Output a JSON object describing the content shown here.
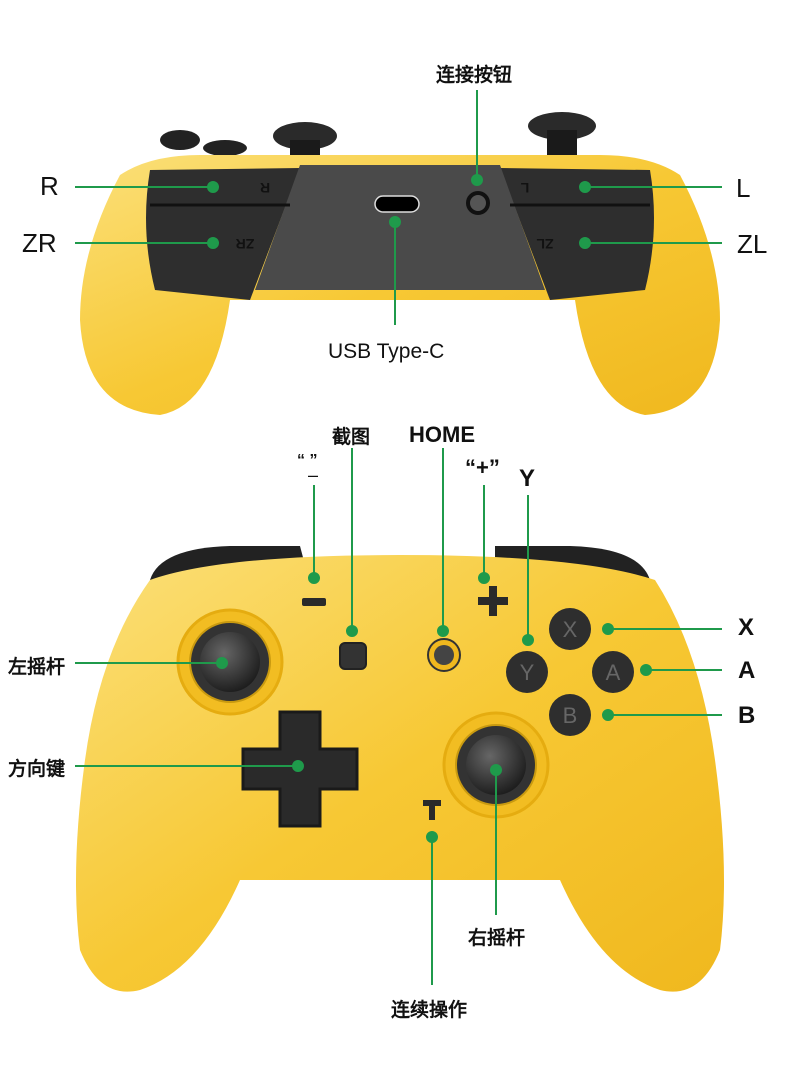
{
  "top_view": {
    "connect_button": "连接按钮",
    "r": "R",
    "zr": "ZR",
    "l": "L",
    "zl": "ZL",
    "usb": "USB Type-C",
    "button_glyphs": {
      "r": "R",
      "zr": "ZR",
      "l": "L",
      "zl": "ZL"
    }
  },
  "front_view": {
    "screenshot": "截图",
    "home": "HOME",
    "minus": "“ ”",
    "minus_sign": "–",
    "plus": "“+”",
    "y": "Y",
    "x": "X",
    "a": "A",
    "b": "B",
    "left_stick": "左摇杆",
    "dpad": "方向键",
    "right_stick": "右摇杆",
    "turbo": "连续操作",
    "button_glyphs": {
      "x": "X",
      "y": "Y",
      "a": "A",
      "b": "B",
      "t": "T"
    }
  },
  "colors": {
    "body": "#f7c52f",
    "leader": "#1f9a4b",
    "buttons": "#2a2a2a"
  }
}
